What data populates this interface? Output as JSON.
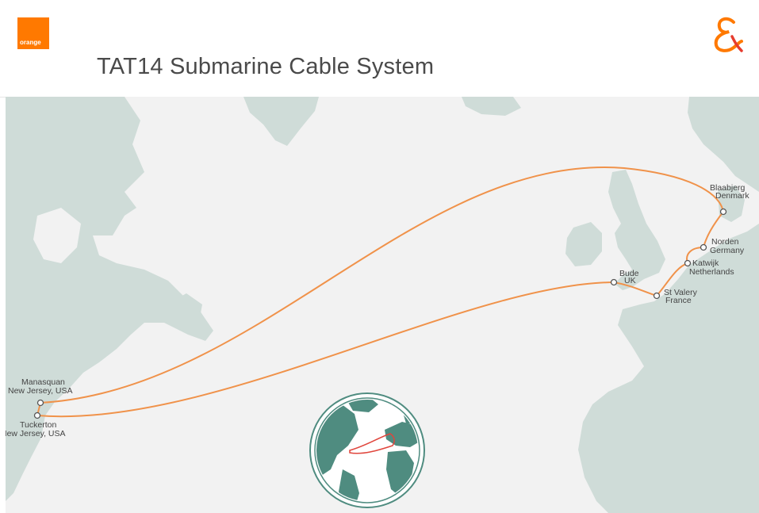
{
  "header": {
    "logo_text": "orange",
    "title": "TAT14 Submarine Cable System"
  },
  "colors": {
    "accent": "#ff7900",
    "cable": "#f0924a",
    "land": "#cfdcd8",
    "sea": "#f2f2f2",
    "globe": "#4f8c80",
    "globe_route": "#e0453c"
  },
  "map": {
    "landing_points": {
      "manasquan": {
        "name": "Manasquan",
        "region": "New Jersey, USA"
      },
      "tuckerton": {
        "name": "Tuckerton",
        "region": "New Jersey, USA"
      },
      "bude": {
        "name": "Bude",
        "region": "UK"
      },
      "st_valery": {
        "name": "St Valery",
        "region": "France"
      },
      "katwijk": {
        "name": "Katwijk",
        "region": "Netherlands"
      },
      "norden": {
        "name": "Norden",
        "region": "Germany"
      },
      "blaabjerg": {
        "name": "Blaabjerg",
        "region": "Denmark"
      }
    }
  },
  "icons": [
    "orange-logo-icon",
    "ampersand-brand-icon",
    "globe-inset-icon",
    "landing-point-icon"
  ]
}
